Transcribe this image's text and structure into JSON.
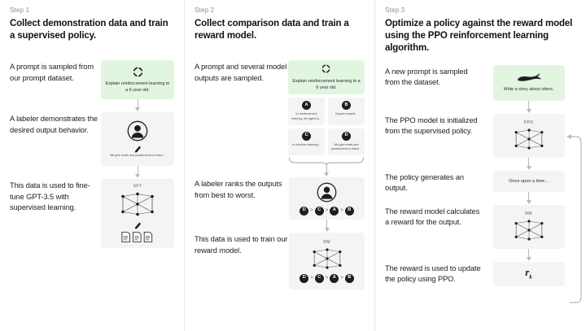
{
  "columns": [
    {
      "step_label": "Step 1",
      "title": "Collect demonstration data and train a supervised policy.",
      "captions": [
        "A prompt is sampled from our prompt dataset.",
        "A labeler demonstrates the desired output behavior.",
        "This data is used to fine-tune GPT-3.5 with supervised learning."
      ],
      "prompt_box": {
        "icon": "refresh-icon",
        "text": "Explain reinforcement learning to a 6 year old."
      },
      "labeler_box": {
        "icon": "person-icon",
        "pencil": "pencil-icon",
        "text": "We give treats and punishments to teach..."
      },
      "model_box": {
        "tag": "SFT",
        "net": "neural-network-icon",
        "pencil": "pencil-icon",
        "docs": "documents-icon"
      }
    },
    {
      "step_label": "Step 2",
      "title": "Collect comparison data and train a reward model.",
      "captions": [
        "A prompt and several model outputs are sampled.",
        "A labeler ranks the outputs from best to worst.",
        "This data is used to train our reward model."
      ],
      "prompt_box": {
        "icon": "refresh-icon",
        "text": "Explain reinforcement learning to a 6 year old."
      },
      "outputs": [
        {
          "label": "A",
          "text": "In reinforcement learning, the agent is..."
        },
        {
          "label": "B",
          "text": "Explain reward..."
        },
        {
          "label": "C",
          "text": "In machine learning..."
        },
        {
          "label": "D",
          "text": "We give treats and punishments to teach..."
        }
      ],
      "ranking": [
        "D",
        "C",
        "A",
        "B"
      ],
      "ranking_separator": ">",
      "labeler_box": {
        "icon": "person-icon"
      },
      "reward_box": {
        "tag": "RM",
        "net": "neural-network-icon"
      }
    },
    {
      "step_label": "Step 3",
      "title": "Optimize a policy against the reward model using the PPO reinforcement learning algorithm.",
      "captions": [
        "A new prompt is sampled from the dataset.",
        "The PPO model is initialized from the supervised policy.",
        "The policy generates an output.",
        "The reward model calculates a reward for the output.",
        "The reward is used to update the policy using PPO."
      ],
      "prompt_box": {
        "icon": "otter-icon",
        "text": "Write a story about otters."
      },
      "ppo_box": {
        "tag": "PPO",
        "net": "neural-network-icon"
      },
      "output_box": {
        "text": "Once upon a time..."
      },
      "reward_box": {
        "tag": "RM",
        "net": "neural-network-icon"
      },
      "reward_value": {
        "symbol": "r",
        "subscript": "k"
      }
    }
  ],
  "colors": {
    "background": "#ffffff",
    "prompt_green": "#e2f5e0",
    "box_gray": "#f4f4f5",
    "text": "#1d1d20",
    "muted": "#8e8e93",
    "arrow": "#b9b9bd",
    "divider": "#e6e6e6"
  }
}
